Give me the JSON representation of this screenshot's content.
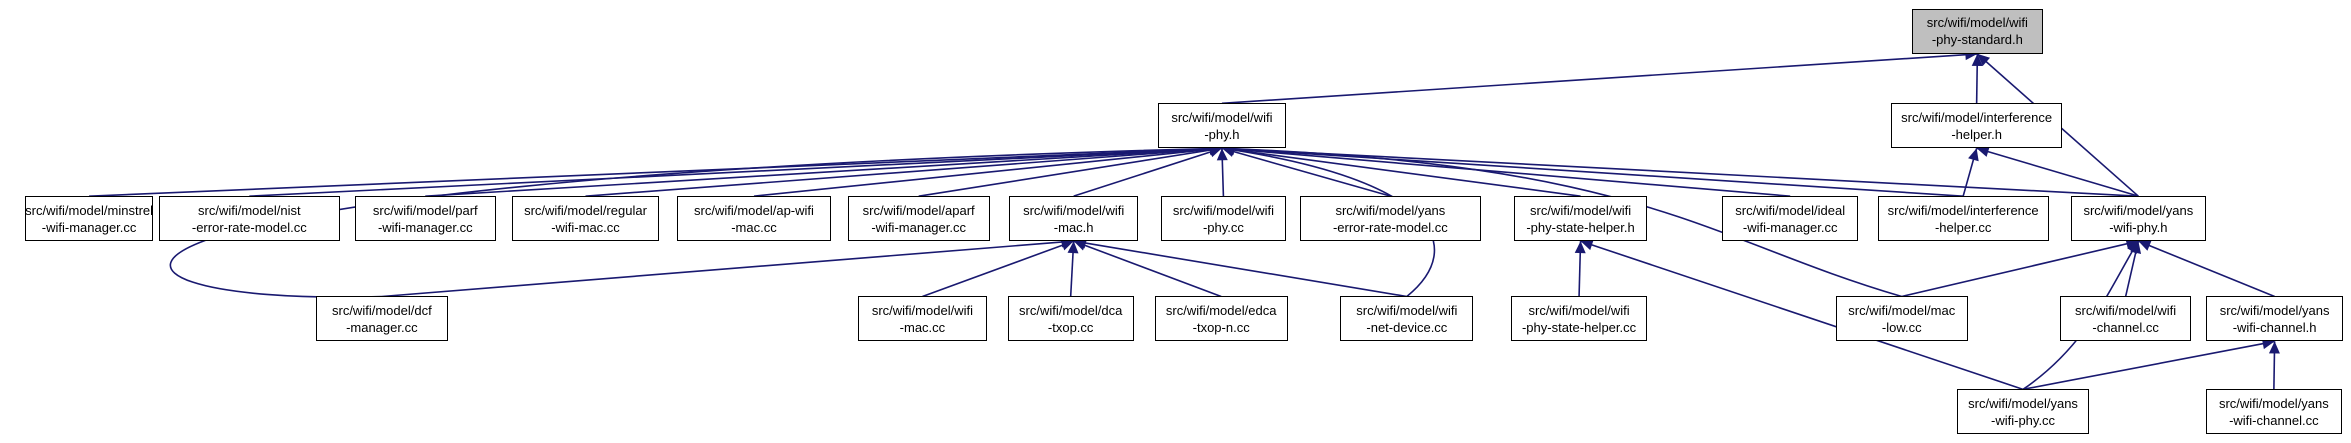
{
  "graph": {
    "edge_color": "#191970",
    "root_fill": "#bfbfbf",
    "nodes": [
      {
        "id": "root",
        "lines": [
          "src/wifi/model/wifi",
          "-phy-standard.h"
        ],
        "root": true
      },
      {
        "id": "wifi-phy-h",
        "lines": [
          "src/wifi/model/wifi",
          "-phy.h"
        ]
      },
      {
        "id": "interference-helper-h",
        "lines": [
          "src/wifi/model/interference",
          "-helper.h"
        ]
      },
      {
        "id": "minstrel",
        "lines": [
          "src/wifi/model/minstrel",
          "-wifi-manager.cc"
        ]
      },
      {
        "id": "nist",
        "lines": [
          "src/wifi/model/nist",
          "-error-rate-model.cc"
        ]
      },
      {
        "id": "parf",
        "lines": [
          "src/wifi/model/parf",
          "-wifi-manager.cc"
        ]
      },
      {
        "id": "regular",
        "lines": [
          "src/wifi/model/regular",
          "-wifi-mac.cc"
        ]
      },
      {
        "id": "ap-wifi",
        "lines": [
          "src/wifi/model/ap-wifi",
          "-mac.cc"
        ]
      },
      {
        "id": "aparf",
        "lines": [
          "src/wifi/model/aparf",
          "-wifi-manager.cc"
        ]
      },
      {
        "id": "wifi-mac-h",
        "lines": [
          "src/wifi/model/wifi",
          "-mac.h"
        ]
      },
      {
        "id": "wifi-phy-cc",
        "lines": [
          "src/wifi/model/wifi",
          "-phy.cc"
        ]
      },
      {
        "id": "yans-error",
        "lines": [
          "src/wifi/model/yans",
          "-error-rate-model.cc"
        ]
      },
      {
        "id": "phy-state-h",
        "lines": [
          "src/wifi/model/wifi",
          "-phy-state-helper.h"
        ]
      },
      {
        "id": "ideal",
        "lines": [
          "src/wifi/model/ideal",
          "-wifi-manager.cc"
        ]
      },
      {
        "id": "interference-cc",
        "lines": [
          "src/wifi/model/interference",
          "-helper.cc"
        ]
      },
      {
        "id": "yans-phy-h",
        "lines": [
          "src/wifi/model/yans",
          "-wifi-phy.h"
        ]
      },
      {
        "id": "dcf",
        "lines": [
          "src/wifi/model/dcf",
          "-manager.cc"
        ]
      },
      {
        "id": "wifi-mac-cc",
        "lines": [
          "src/wifi/model/wifi",
          "-mac.cc"
        ]
      },
      {
        "id": "dca",
        "lines": [
          "src/wifi/model/dca",
          "-txop.cc"
        ]
      },
      {
        "id": "edca",
        "lines": [
          "src/wifi/model/edca",
          "-txop-n.cc"
        ]
      },
      {
        "id": "net-device",
        "lines": [
          "src/wifi/model/wifi",
          "-net-device.cc"
        ]
      },
      {
        "id": "phy-state-cc",
        "lines": [
          "src/wifi/model/wifi",
          "-phy-state-helper.cc"
        ]
      },
      {
        "id": "mac-low",
        "lines": [
          "src/wifi/model/mac",
          "-low.cc"
        ]
      },
      {
        "id": "wifi-channel-cc",
        "lines": [
          "src/wifi/model/wifi",
          "-channel.cc"
        ]
      },
      {
        "id": "yans-channel-h",
        "lines": [
          "src/wifi/model/yans",
          "-wifi-channel.h"
        ]
      },
      {
        "id": "yans-phy-cc",
        "lines": [
          "src/wifi/model/yans",
          "-wifi-phy.cc"
        ]
      },
      {
        "id": "yans-channel-cc",
        "lines": [
          "src/wifi/model/yans",
          "-wifi-channel.cc"
        ]
      }
    ],
    "edges": [
      [
        "wifi-phy-h",
        "root"
      ],
      [
        "interference-helper-h",
        "root"
      ],
      [
        "yans-phy-h",
        "root"
      ],
      [
        "minstrel",
        "wifi-phy-h"
      ],
      [
        "nist",
        "wifi-phy-h"
      ],
      [
        "parf",
        "wifi-phy-h"
      ],
      [
        "regular",
        "wifi-phy-h"
      ],
      [
        "ap-wifi",
        "wifi-phy-h"
      ],
      [
        "aparf",
        "wifi-phy-h"
      ],
      [
        "wifi-mac-h",
        "wifi-phy-h"
      ],
      [
        "wifi-phy-cc",
        "wifi-phy-h"
      ],
      [
        "yans-error",
        "wifi-phy-h"
      ],
      [
        "phy-state-h",
        "wifi-phy-h"
      ],
      [
        "ideal",
        "wifi-phy-h"
      ],
      [
        "interference-cc",
        "wifi-phy-h"
      ],
      [
        "yans-phy-h",
        "wifi-phy-h"
      ],
      [
        "dcf",
        "wifi-phy-h"
      ],
      [
        "net-device",
        "wifi-phy-h"
      ],
      [
        "mac-low",
        "wifi-phy-h"
      ],
      [
        "interference-cc",
        "interference-helper-h"
      ],
      [
        "yans-phy-h",
        "interference-helper-h"
      ],
      [
        "dcf",
        "wifi-mac-h"
      ],
      [
        "wifi-mac-cc",
        "wifi-mac-h"
      ],
      [
        "dca",
        "wifi-mac-h"
      ],
      [
        "edca",
        "wifi-mac-h"
      ],
      [
        "net-device",
        "wifi-mac-h"
      ],
      [
        "phy-state-cc",
        "phy-state-h"
      ],
      [
        "yans-phy-cc",
        "phy-state-h"
      ],
      [
        "mac-low",
        "yans-phy-h"
      ],
      [
        "wifi-channel-cc",
        "yans-phy-h"
      ],
      [
        "yans-channel-h",
        "yans-phy-h"
      ],
      [
        "yans-phy-cc",
        "yans-phy-h"
      ],
      [
        "yans-phy-cc",
        "yans-channel-h"
      ],
      [
        "yans-channel-cc",
        "yans-channel-h"
      ]
    ]
  }
}
